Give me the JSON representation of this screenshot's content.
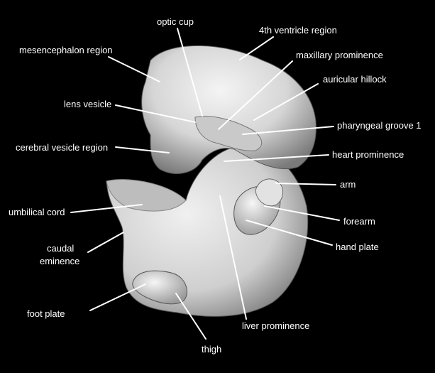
{
  "labels": {
    "optic_cup": "optic cup",
    "fourth_ventricle": "4th ventricle region",
    "mesencephalon": "mesencephalon region",
    "maxillary": "maxillary prominence",
    "auricular": "auricular hillock",
    "lens_vesicle": "lens vesicle",
    "pharyngeal_groove": "pharyngeal groove 1",
    "cerebral_vesicle": "cerebral vesicle region",
    "heart": "heart prominence",
    "arm": "arm",
    "umbilical_cord": "umbilical cord",
    "forearm": "forearm",
    "caudal_1": "caudal",
    "caudal_2": "eminence",
    "hand_plate": "hand plate",
    "foot_plate": "foot plate",
    "liver": "liver prominence",
    "thigh": "thigh"
  },
  "colors": {
    "background": "#000000",
    "label": "#ffffff",
    "specimen": "#d9d9d9"
  }
}
